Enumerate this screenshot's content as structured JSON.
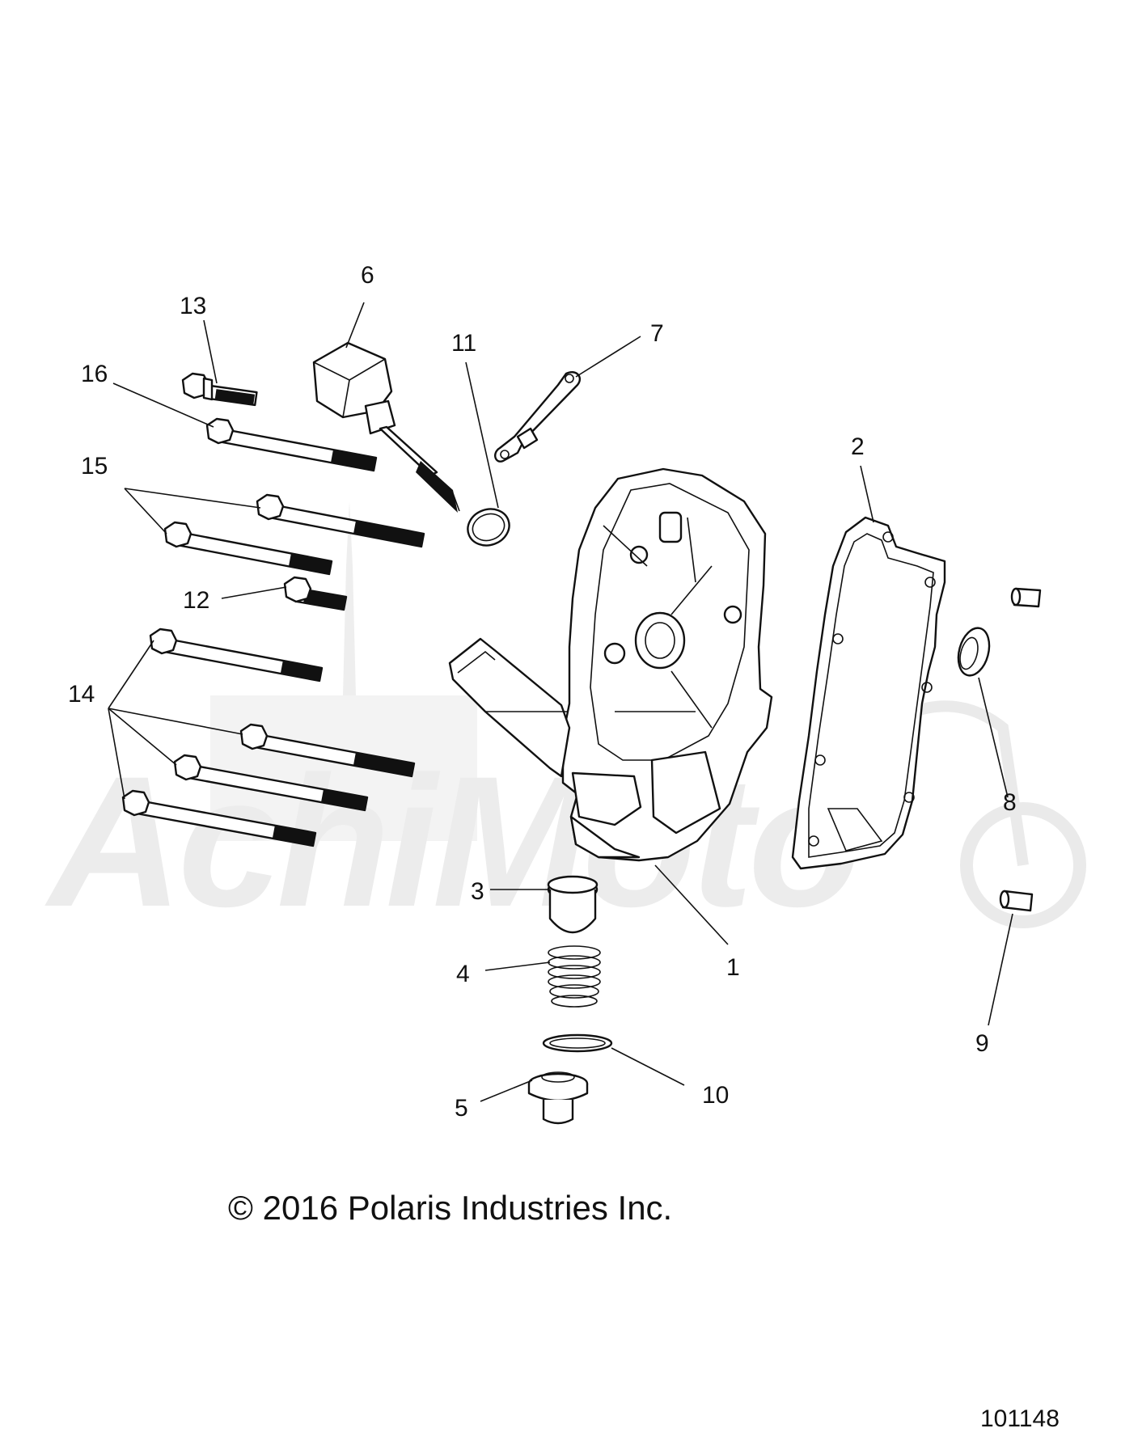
{
  "callouts": {
    "c1": "1",
    "c2": "2",
    "c3": "3",
    "c4": "4",
    "c5": "5",
    "c6": "6",
    "c7": "7",
    "c8": "8",
    "c9": "9",
    "c10": "10",
    "c11": "11",
    "c12": "12",
    "c13": "13",
    "c14": "14",
    "c15": "15",
    "c16": "16"
  },
  "watermark": "AchiMoto",
  "footer": {
    "copyright": "© 2016 Polaris Industries Inc.",
    "reference": "101148"
  }
}
